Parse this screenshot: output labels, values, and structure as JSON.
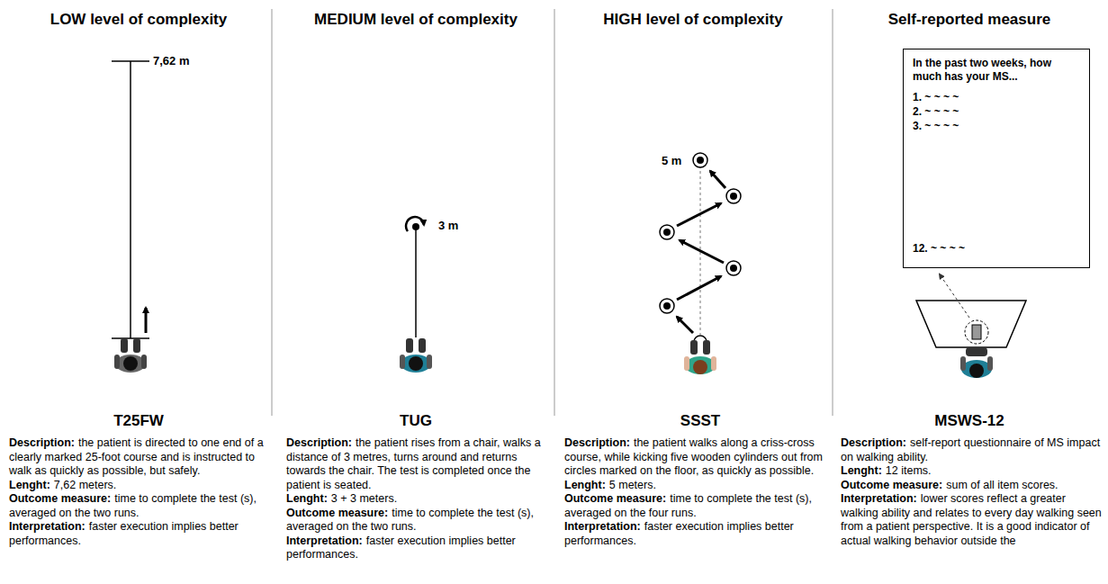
{
  "diagram": {
    "nodes": [
      {
        "text": [
          "In the past two weeks, how much has your MS...",
          "1. ~ ~ ~ ~",
          "2. ~ ~ ~ ~",
          "3. ~ ~ ~ ~",
          "12. ~ ~ ~ ~"
        ]
      }
    ],
    "labels": [
      "LOW level of complexity",
      "MEDIUM level of complexity",
      "HIGH level of complexity",
      "Self-reported measure",
      "7,62 m",
      "3 m",
      "5 m",
      "T25FW",
      "TUG",
      "SSST",
      "MSWS-12",
      "Description:",
      "the patient is directed to one end of a clearly marked 25-foot course and is instructed to walk as quickly as possible, but safely.",
      "Lenght:",
      "7,62 meters.",
      "Outcome measure:",
      "time to complete the test (s), averaged on the two runs.",
      "Interpretation:",
      "faster execution implies better performances.",
      "Description:",
      "the patient rises from a chair, walks a distance of 3 metres, turns around and returns towards the chair. The test is completed once the patient is seated.",
      "Lenght:",
      "3 + 3 meters.",
      "Outcome measure:",
      "time to complete the test (s), averaged on the two runs.",
      "Interpretation:",
      "faster execution implies better performances.",
      "Description:",
      "the patient walks along a criss-cross course, while kicking five wooden cylinders out from circles marked on the floor, as quickly as possible.",
      "Lenght:",
      "5 meters.",
      "Outcome measure:",
      "time to complete the test (s), averaged on the four runs.",
      "Interpretation:",
      "faster execution implies better performances.",
      "Description:",
      "self-report questionnaire of MS impact on walking ability.",
      "Lenght:",
      "12 items.",
      "Outcome measure:",
      "sum of all item scores.",
      "Interpretation:",
      "lower scores reflect a greater walking ability and relates to every day walking seen from a patient perspective. It is a good indicator of actual walking behavior outside the"
    ]
  }
}
